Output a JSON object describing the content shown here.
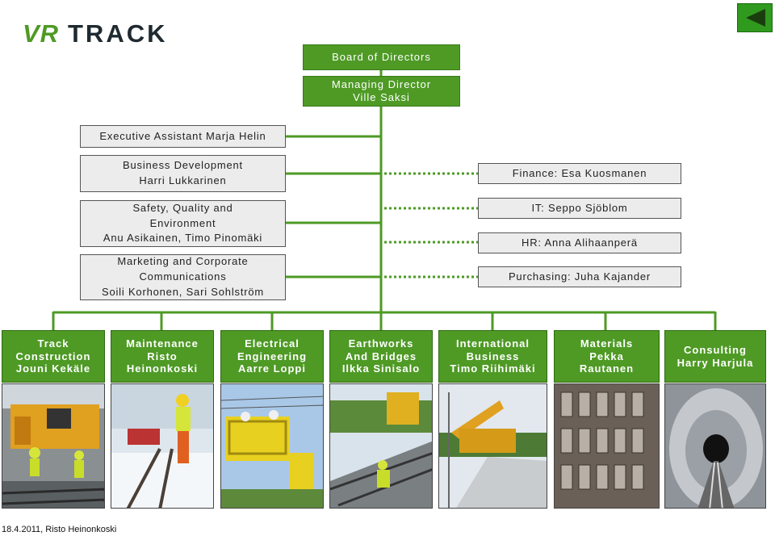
{
  "brand": {
    "logo_text": "VR TRACK",
    "accent": "#4e9a25"
  },
  "nav": {
    "back_icon": "triangle-left-icon"
  },
  "top": {
    "board": "Board of Directors",
    "md_title": "Managing Director",
    "md_name": "Ville Saksi"
  },
  "staff_left": [
    {
      "lines": [
        "Executive Assistant Marja Helin"
      ]
    },
    {
      "lines": [
        "Business Development",
        "Harri Lukkarinen"
      ]
    },
    {
      "lines": [
        "Safety, Quality and",
        "Environment",
        "Anu Asikainen, Timo Pinomäki"
      ]
    },
    {
      "lines": [
        "Marketing and Corporate",
        "Communications",
        "Soili Korhonen, Sari Sohlström"
      ]
    }
  ],
  "staff_right": [
    {
      "label": "Finance: Esa Kuosmanen"
    },
    {
      "label": "IT: Seppo Sjöblom"
    },
    {
      "label": "HR: Anna Alihaanperä"
    },
    {
      "label": "Purchasing: Juha Kajander"
    }
  ],
  "departments": [
    {
      "lines": [
        "Track",
        "Construction",
        "Jouni Kekäle"
      ],
      "photo": "track construction workers"
    },
    {
      "lines": [
        "Maintenance",
        "Risto",
        "Heinonkoski"
      ],
      "photo": "snowy track maintenance"
    },
    {
      "lines": [
        "Electrical",
        "Engineering",
        "Aarre Loppi"
      ],
      "photo": "overhead line lift"
    },
    {
      "lines": [
        "Earthworks",
        "And Bridges",
        "Ilkka Sinisalo"
      ],
      "photo": "bridge works"
    },
    {
      "lines": [
        "International",
        "Business",
        "Timo Riihimäki"
      ],
      "photo": "track machine"
    },
    {
      "lines": [
        "Materials",
        "Pekka",
        "Rautanen"
      ],
      "photo": "rail profiles"
    },
    {
      "lines": [
        "Consulting",
        "Harry Harjula"
      ],
      "photo": "tunnel"
    }
  ],
  "footer": {
    "text": "18.4.2011, Risto Heinonkoski"
  }
}
